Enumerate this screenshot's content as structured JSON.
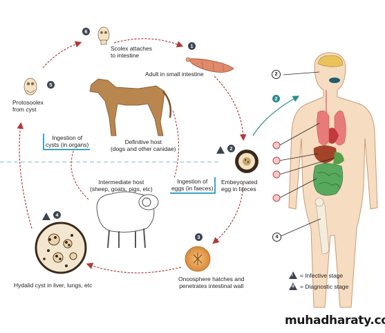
{
  "labels": {
    "scolex": "Scolex attaches\nto intestine",
    "adult": "Adult in small intestine",
    "protoscolex": "Protosoolex\nfrom cyst",
    "definitive_host": "Definitive host\n(dogs and other canidae)",
    "ingestion_cysts": "Ingestion of\ncysts (in organs)",
    "intermediate_host": "Intermediate host\n(sheep, goats, pigs, etc)",
    "ingestion_eggs": "Ingestion of\neggs (in faeces)",
    "embryonated": "Embeyonated\negg in faeces",
    "oncosphere": "Onoosphere hatches and\npenetrates intestinal wall",
    "hydatid": "Hydalid cyst in liver, lungs, etc"
  },
  "steps": {
    "s1": "1",
    "s2": "2",
    "s3": "3",
    "s4": "4",
    "s5": "5",
    "s6": "6"
  },
  "human_markers": {
    "brain": "2",
    "arrow": "2",
    "bone": "4"
  },
  "legend": {
    "infective": "= Infective stage",
    "diagnostic": "= Diagnostic stage",
    "infective_symbol": "i",
    "diagnostic_symbol": "d"
  },
  "watermark": "muhadharaty.com",
  "colors": {
    "arrow": "#b03a3a",
    "human_arrow": "#2c8c8c",
    "box_border": "#3aa3c8",
    "badge": "#3c4451",
    "skin": "#f6dcc0"
  }
}
